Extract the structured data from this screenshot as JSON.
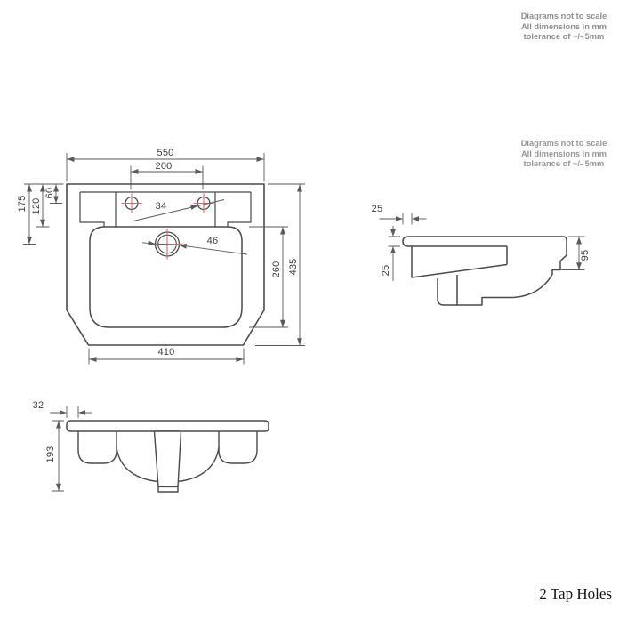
{
  "notes_top": {
    "line1": "Diagrams not to scale",
    "line2": "All dimensions in mm",
    "line3": "tolerance of +/- 5mm"
  },
  "notes_side": {
    "line1": "Diagrams not to scale",
    "line2": "All dimensions in mm",
    "line3": "tolerance of +/- 5mm"
  },
  "footer": {
    "label": "2 Tap Holes"
  },
  "top_view": {
    "labels": {
      "overall_width": "550",
      "tap_centres": "200",
      "tap_setback": "60",
      "bowl_setback": "120",
      "drain_setback": "175",
      "tap_hole_dia": "34",
      "drain_dia": "46",
      "bowl_length": "260",
      "overall_depth": "435",
      "base_width": "410"
    }
  },
  "side_view": {
    "labels": {
      "rim_overhang": "25",
      "rim_thickness": "25",
      "back_height": "95"
    }
  },
  "front_view": {
    "labels": {
      "rim_overhang": "32",
      "overall_height": "193"
    }
  },
  "colors": {
    "outline": "#4a4a4a",
    "dimension": "#5a5a5a",
    "accent_red": "#d66b6b",
    "note_text": "#8f8f8f"
  }
}
